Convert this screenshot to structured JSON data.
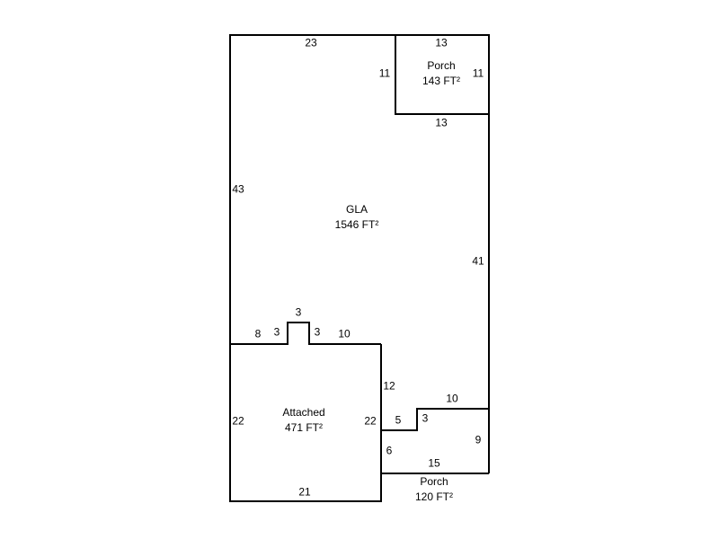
{
  "areas": {
    "gla": {
      "name": "GLA",
      "size": "1546 FT²"
    },
    "porch_top": {
      "name": "Porch",
      "size": "143 FT²"
    },
    "attached": {
      "name": "Attached",
      "size": "471 FT²"
    },
    "porch_bottom": {
      "name": "Porch",
      "size": "120 FT²"
    }
  },
  "dimensions": {
    "gla_top": "23",
    "gla_left": "43",
    "gla_right": "41",
    "porch_top_top": "13",
    "porch_top_left": "11",
    "porch_top_right": "11",
    "porch_top_bottom": "13",
    "notch_left": "8",
    "notch_side_left": "3",
    "notch_top": "3",
    "notch_side_right": "3",
    "notch_right": "10",
    "attached_right_upper": "12",
    "attached_left": "22",
    "attached_right": "22",
    "attached_bottom": "21",
    "step_horizontal": "5",
    "step_vertical": "3",
    "porch_bottom_top": "10",
    "porch_bottom_right": "9",
    "porch_bottom_left": "6",
    "porch_bottom_bottom": "15"
  }
}
